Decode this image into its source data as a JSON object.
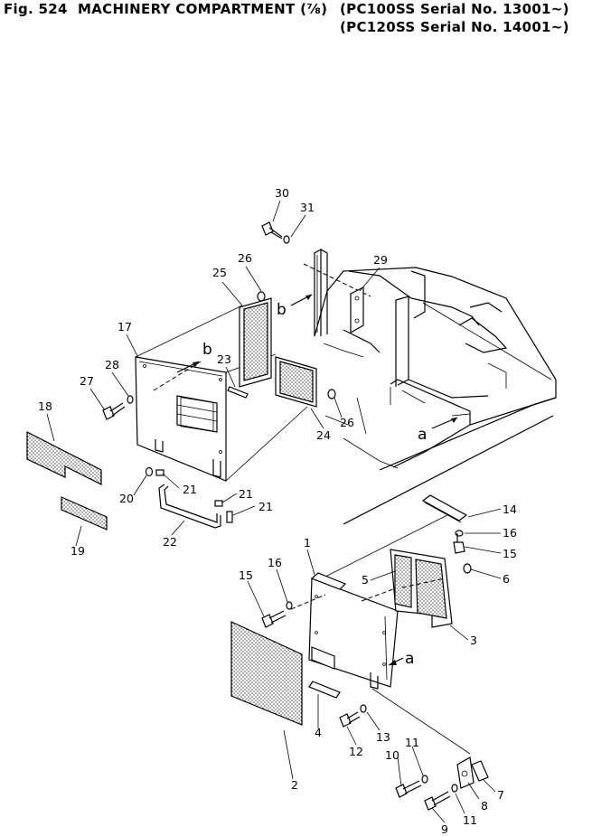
{
  "header": {
    "fig_label": "Fig. 524",
    "title": "MACHINERY COMPARTMENT (⅞)",
    "serial_1": "(PC100SS Serial No. 13001~)",
    "serial_2": "(PC120SS Serial No. 14001~)"
  },
  "diagram": {
    "part_numbers": {
      "p1": "1",
      "p2": "2",
      "p3": "3",
      "p4": "4",
      "p5": "5",
      "p6": "6",
      "p7": "7",
      "p8": "8",
      "p9": "9",
      "p10": "10",
      "p11a": "11",
      "p11b": "11",
      "p12": "12",
      "p13": "13",
      "p14": "14",
      "p15a": "15",
      "p15b": "15",
      "p16a": "16",
      "p16b": "16",
      "p17": "17",
      "p18": "18",
      "p19": "19",
      "p20": "20",
      "p21a": "21",
      "p21b": "21",
      "p21c": "21",
      "p22": "22",
      "p23": "23",
      "p24": "24",
      "p25": "25",
      "p26a": "26",
      "p26b": "26",
      "p27": "27",
      "p28": "28",
      "p29": "29",
      "p30": "30",
      "p31": "31"
    },
    "ref_letters": {
      "a1": "a",
      "a2": "a",
      "b1": "b",
      "b2": "b"
    }
  }
}
